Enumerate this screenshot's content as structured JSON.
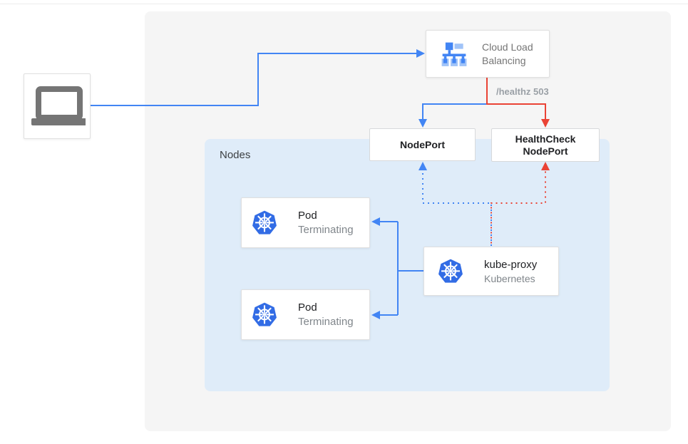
{
  "diagram": {
    "title_implicit": "Kubernetes load balancer health check diagram",
    "client": {
      "icon": "laptop-icon"
    },
    "cloud_load_balancing": {
      "label": "Cloud Load Balancing",
      "icon": "cloud-load-balancing-icon"
    },
    "healthz_label": "/healthz 503",
    "nodeport": {
      "label": "NodePort"
    },
    "healthcheck_nodeport": {
      "line1": "HealthCheck",
      "line2": "NodePort"
    },
    "nodes_group": {
      "label": "Nodes"
    },
    "pod1": {
      "title": "Pod",
      "status": "Terminating",
      "icon": "kubernetes-icon"
    },
    "pod2": {
      "title": "Pod",
      "status": "Terminating",
      "icon": "kubernetes-icon"
    },
    "kube_proxy": {
      "title": "kube-proxy",
      "subtitle": "Kubernetes",
      "icon": "kubernetes-icon"
    }
  },
  "colors": {
    "traffic_blue": "#4285f4",
    "health_red": "#ea4335",
    "kubernetes_blue": "#326ce5",
    "outer_panel_gray": "#f5f5f5",
    "nodes_panel_blue": "#dfecf9",
    "card_border": "#e0e0e0",
    "text_dark": "#202124",
    "text_gray": "#757575",
    "status_gray": "#80868b",
    "healthz_gray": "#9aa0a6",
    "laptop_gray": "#757575"
  }
}
